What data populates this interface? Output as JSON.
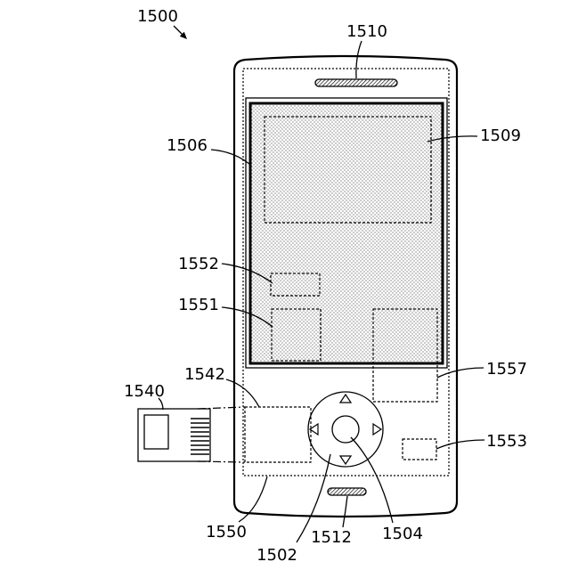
{
  "figure": {
    "number": "1500"
  },
  "labels": {
    "speaker": "1510",
    "display": "1506",
    "display_upper_region": "1509",
    "display_small_region": "1552",
    "display_lower_region": "1551",
    "card_slot": "1542",
    "memory_card": "1540",
    "right_region": "1557",
    "small_right_region": "1553",
    "housing": "1550",
    "microphone": "1512",
    "direction_pad": "1502",
    "center_button": "1504"
  },
  "colors": {
    "line": "#000000",
    "background": "#ffffff",
    "stipple": "#4a4a4a"
  }
}
